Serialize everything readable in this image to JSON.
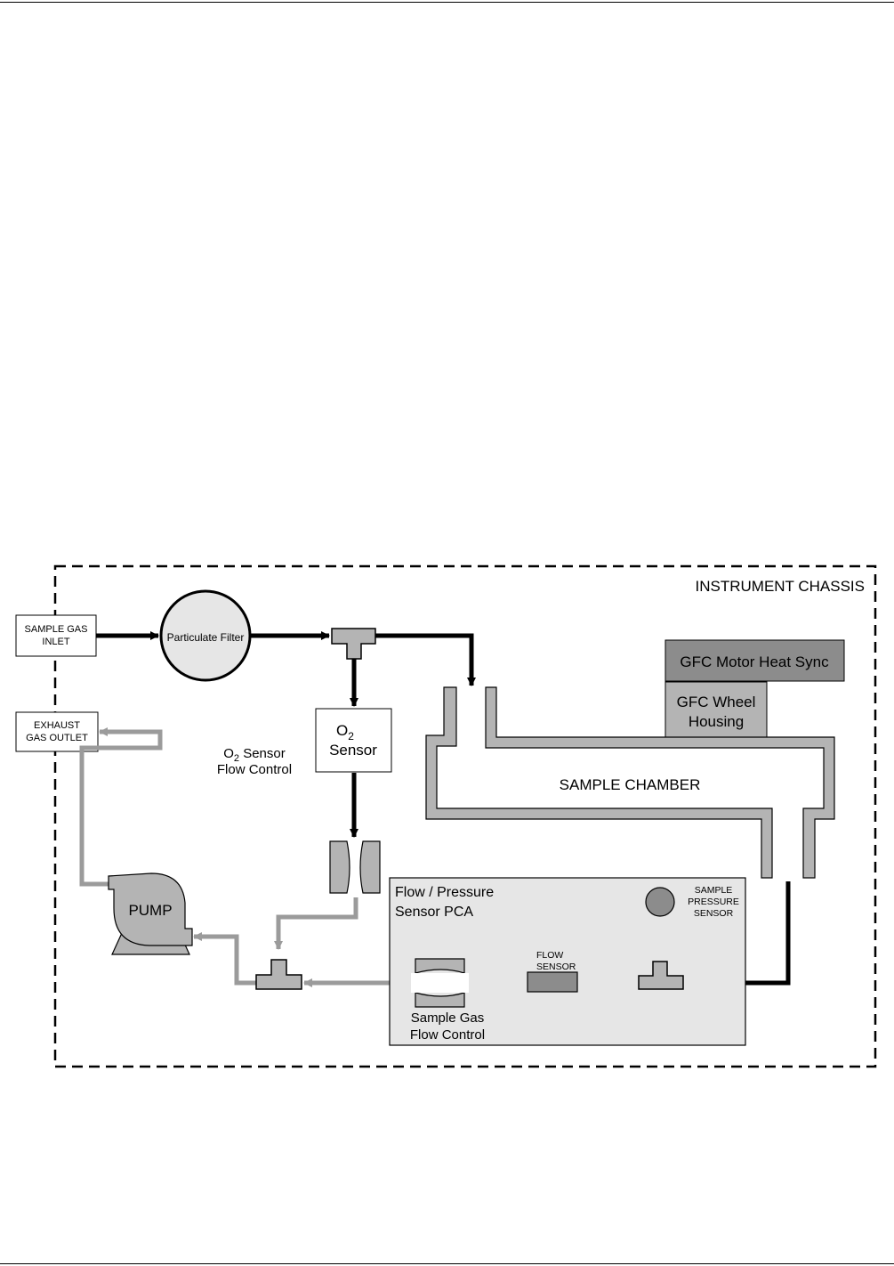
{
  "chassis": {
    "label": "INSTRUMENT CHASSIS"
  },
  "inlet": {
    "line1": "SAMPLE GAS",
    "line2": "INLET"
  },
  "exhaust": {
    "line1": "EXHAUST",
    "line2": "GAS OUTLET"
  },
  "filter": {
    "label": "Particulate Filter"
  },
  "o2_sensor": {
    "line1_main": "O",
    "line1_sub": "2",
    "line2": "Sensor"
  },
  "o2_flow_control": {
    "line1_main": "O",
    "line1_sub": "2",
    "line1_rest": " Sensor",
    "line2": "Flow Control"
  },
  "gfc_motor": {
    "label": "GFC Motor Heat Sync"
  },
  "gfc_wheel": {
    "line1": "GFC Wheel",
    "line2": "Housing"
  },
  "sample_chamber": {
    "label": "SAMPLE CHAMBER"
  },
  "pump": {
    "label": "PUMP"
  },
  "pca": {
    "line1": "Flow / Pressure",
    "line2": "Sensor PCA"
  },
  "pressure_sensor": {
    "line1": "SAMPLE",
    "line2": "PRESSURE",
    "line3": "SENSOR"
  },
  "flow_sensor": {
    "line1": "FLOW",
    "line2": "SENSOR"
  },
  "sample_flow_control": {
    "line1": "Sample Gas",
    "line2": "Flow Control"
  },
  "colors": {
    "black_flow": "#000000",
    "gray_flow": "#9b9b9b",
    "component_fill": "#b4b4b4",
    "dark_fill": "#8c8c8c",
    "pca_fill": "#e6e6e6"
  }
}
